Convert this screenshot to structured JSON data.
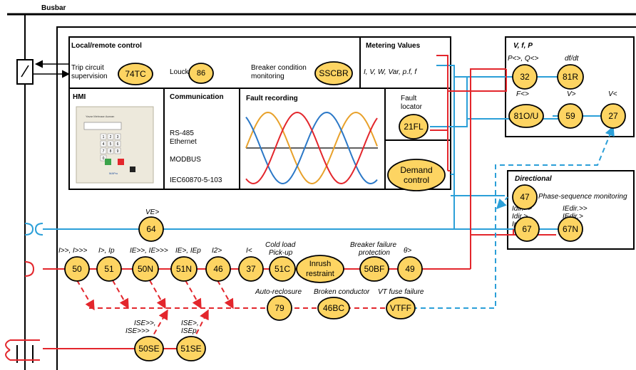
{
  "busbar": "Busbar",
  "sections": {
    "local_remote": "Local/remote control",
    "metering": "Metering Values",
    "metering_values": "I, V, W, Var, p.f, f",
    "hmi": "HMI",
    "communication": "Communication",
    "fault_recording": "Fault recording",
    "fault_locator": "Fault locator",
    "vfp": "V, f, P",
    "directional": "Directional"
  },
  "local_remote": {
    "trip_label": "Trip circuit supervision",
    "lockout_label": "Louck-out",
    "breaker_label": "Breaker condition monitoring"
  },
  "communication": {
    "items": [
      "RS-485",
      "Ethernet",
      "MODBUS",
      "IEC60870-5-103"
    ]
  },
  "hmi_device": {
    "brand": "Yavar Mehvaar Azaran",
    "keys": [
      "1",
      "2",
      "3",
      "4",
      "5",
      "6",
      "7",
      "8",
      "9",
      "0"
    ],
    "name": "MAPro"
  },
  "functions": {
    "f74tc": "74TC",
    "f86": "86",
    "sscbr": "SSCBR",
    "f21fl": "21FL",
    "demand": "Demand control",
    "f32": "32",
    "f81r": "81R",
    "f81ou": "81O/U",
    "f59": "59",
    "f27": "27",
    "f47": "47",
    "f67": "67",
    "f67n": "67N",
    "f64": "64",
    "f50": "50",
    "f51": "51",
    "f50n": "50N",
    "f51n": "51N",
    "f46": "46",
    "f37": "37",
    "f51c": "51C",
    "inrush": "Inrush restraint",
    "f50bf": "50BF",
    "f49": "49",
    "f79": "79",
    "f46bc": "46BC",
    "vtff": "VTFF",
    "f50se": "50SE",
    "f51se": "51SE"
  },
  "labels": {
    "vfp_p": "P<>, Q<>",
    "vfp_df": "df/dt",
    "vfp_f": "F<>",
    "vfp_vgt": "V>",
    "vfp_vlt": "V<",
    "phase_seq": "Phase-sequence monitoring",
    "dir_i": [
      "Idir.>>",
      "Idir.>",
      "Ipdir."
    ],
    "dir_ie": [
      "IEdir.>>",
      "IEdir.>",
      "IEpdir."
    ],
    "ve": "VE>",
    "l50": "I>>, I>>>",
    "l51": "I>, Ip",
    "l50n": "IE>>, IE>>>",
    "l51n": "IE>, IEp",
    "l46": "I2>",
    "l37": "I<",
    "l51c": [
      "Cold load",
      "Pick-up"
    ],
    "l50bf": [
      "Breaker failure",
      "protection"
    ],
    "l49": "θ>",
    "l79": "Auto-reclosure",
    "l46bc": "Broken conductor",
    "lvtff": "VT fuse failure",
    "l50se": [
      "ISE>>,",
      "ISE>>>"
    ],
    "l51se": [
      "ISE>,",
      "ISEp"
    ]
  },
  "colors": {
    "red": "#e3262c",
    "blue": "#2b9fd8",
    "fill": "#fdd462",
    "black": "#000000"
  }
}
